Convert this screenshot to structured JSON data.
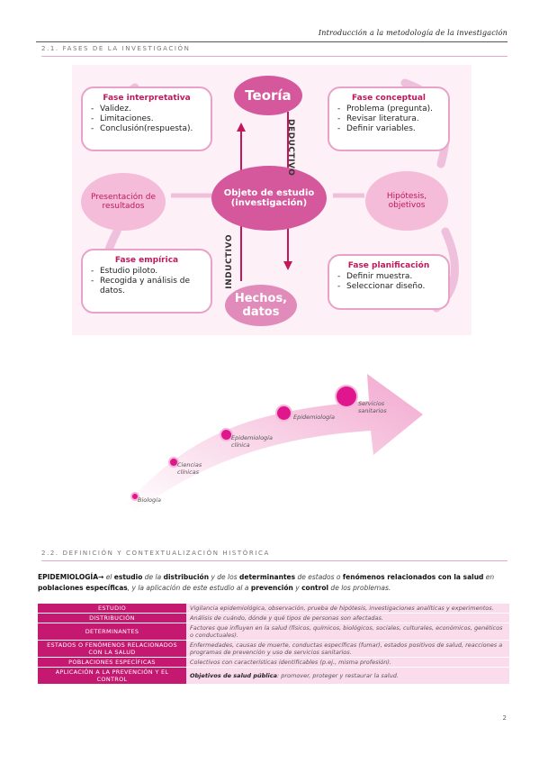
{
  "header": {
    "title": "Introducción a la metodología de la investigación"
  },
  "section1": {
    "title": "2.1. FASES DE LA INVESTIGACIÓN"
  },
  "diagram": {
    "theory": "Teoría",
    "facts": "Hechos, datos",
    "object": "Objeto de estudio (investigación)",
    "deductive": "DEDUCTIVO",
    "inductive": "INDUCTIVO",
    "presentation": "Presentación de resultados",
    "hypothesis": "Hipótesis, objetivos",
    "interpretive": {
      "title": "Fase interpretativa",
      "items": [
        "Validez.",
        "Limitaciones.",
        "Conclusión(respuesta)."
      ]
    },
    "conceptual": {
      "title": "Fase conceptual",
      "items": [
        "Problema (pregunta).",
        "Revisar literatura.",
        "Definir variables."
      ]
    },
    "empirical": {
      "title": "Fase empírica",
      "items": [
        "Estudio piloto.",
        "Recogida y análisis de datos."
      ]
    },
    "planning": {
      "title": "Fase planificación",
      "items": [
        "Definir muestra.",
        "Seleccionar diseño."
      ]
    }
  },
  "arrow": {
    "steps": [
      "Biología",
      "Ciencias clínicas",
      "Epidemiología clínica",
      "Epidemiología",
      "Servicios sanitarios"
    ]
  },
  "section2": {
    "title": "2.2. DEFINICIÓN Y CONTEXTUALIZACIÓN HISTÓRICA"
  },
  "definition": {
    "term": "EPIDEMIOLOGÍA→",
    "p1": " el ",
    "w1": "estudio",
    "p2": " de la ",
    "w2": "distribución",
    "p3": " y de los ",
    "w3": "determinantes",
    "p4": " de estados o ",
    "w4": "fenómenos relacionados con la salud",
    "p5": " en ",
    "w5": "poblaciones específicas",
    "p6": ", y la aplicación de este estudio al a ",
    "w6": "prevención",
    "p7": " y ",
    "w7": "control",
    "p8": " de los problemas."
  },
  "table": {
    "rows": [
      {
        "key": "ESTUDIO",
        "value": "Vigilancia epidemiológica, observación, prueba de hipótesis, investigaciones analíticas y experimentos."
      },
      {
        "key": "DISTRIBUCIÓN",
        "value": "Análisis de cuándo, dónde y qué tipos de personas son afectadas."
      },
      {
        "key": "DETERMINANTES",
        "value": "Factores que influyen en la salud (físicos, químicos, biológicos, sociales, culturales, económicos, genéticos o conductuales)."
      },
      {
        "key": "ESTADOS O FENÓMENOS RELACIONADOS CON LA SALUD",
        "value": "Enfermedades, causas de muerte, conductas específicas (fumar), estados positivos de salud, reacciones a programas de prevención y uso de servicios sanitarios."
      },
      {
        "key": "POBLACIONES ESPECÍFICAS",
        "value": "Colectivos con características identificables (p.ej., misma profesión)."
      },
      {
        "key": "APLICACIÓN A LA PREVENCIÓN Y EL CONTROL",
        "value_bold": "Objetivos de salud pública",
        "value": ": promover, proteger y restaurar la salud."
      }
    ]
  },
  "page_number": "2"
}
